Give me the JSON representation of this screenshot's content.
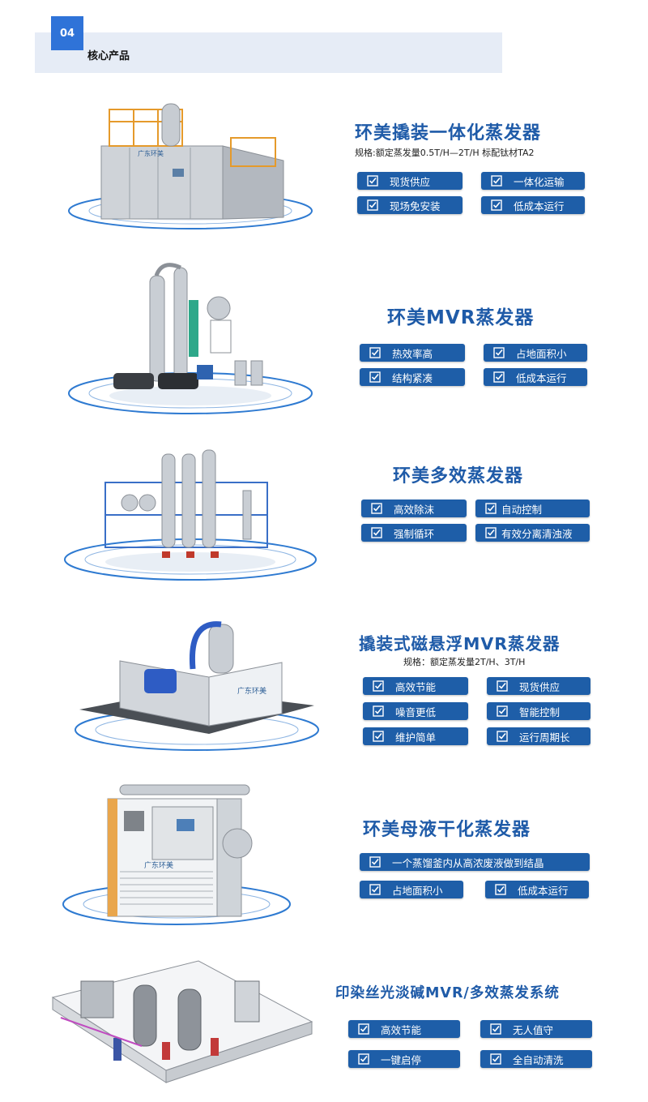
{
  "section": {
    "number": "04",
    "title": "核心产品"
  },
  "products": [
    {
      "title": "环美撬装一体化蒸发器",
      "spec": "规格:额定蒸发量0.5T/H—2T/H   标配钛材TA2",
      "features": [
        "现货供应",
        "一体化运输",
        "现场免安装",
        "低成本运行"
      ]
    },
    {
      "title": "环美MVR蒸发器",
      "features": [
        "热效率高",
        "占地面积小",
        "结构紧凑",
        "低成本运行"
      ]
    },
    {
      "title": "环美多效蒸发器",
      "features": [
        "高效除沫",
        "自动控制",
        "强制循环",
        "有效分离清浊液"
      ]
    },
    {
      "title": "撬装式磁悬浮MVR蒸发器",
      "spec": "规格：额定蒸发量2T/H、3T/H",
      "features": [
        "高效节能",
        "现货供应",
        "噪音更低",
        "智能控制",
        "维护简单",
        "运行周期长"
      ]
    },
    {
      "title": "环美母液干化蒸发器",
      "features": [
        "一个蒸馏釜内从高浓废液做到结晶",
        "占地面积小",
        "低成本运行"
      ]
    },
    {
      "title": "印染丝光淡碱MVR/多效蒸发系统",
      "features": [
        "高效节能",
        "无人值守",
        "一键启停",
        "全自动清洗"
      ]
    }
  ],
  "logo_text": "广东环美",
  "colors": {
    "accent": "#1e5ea8",
    "header_bg": "#e6ecf6",
    "badge": "#2f73d8"
  },
  "icons": {
    "feature": "checkbox-icon"
  }
}
